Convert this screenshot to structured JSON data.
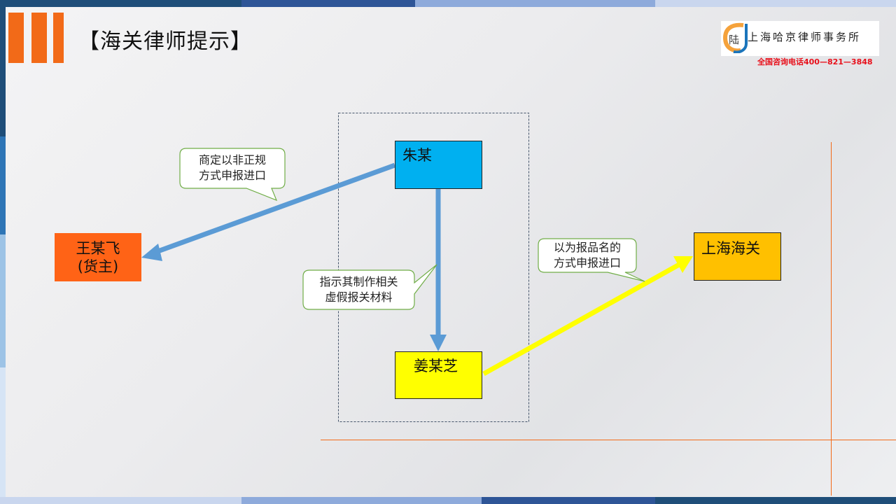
{
  "slide": {
    "title": "【海关律师提示】"
  },
  "logo": {
    "mark": "陆",
    "firm_name": "上海哈京律师事务所",
    "hotline": "全国咨询电话400—821—3848"
  },
  "diagram": {
    "nodes": {
      "zhu": {
        "label": "朱某",
        "color": "#00b0f0"
      },
      "wang": {
        "label_line1": "王某飞",
        "label_line2": "(货主)",
        "color": "#ff6316"
      },
      "jiang": {
        "label": "姜某芝",
        "color": "#ffff00"
      },
      "customs": {
        "label": "上海海关",
        "color": "#ffc000"
      }
    },
    "callouts": {
      "c1": {
        "line1": "商定以非正规",
        "line2": "方式申报进口"
      },
      "c2": {
        "line1": "指示其制作相关",
        "line2": "虚假报关材料"
      },
      "c3": {
        "line1": "以为报品名的",
        "line2": "方式申报进口"
      }
    },
    "colors": {
      "arrow_blue": "#5b9bd5",
      "arrow_yellow": "#ffff00",
      "callout_border": "#70ad47",
      "group_border": "#44546a",
      "accent_orange": "#f26a18"
    }
  }
}
